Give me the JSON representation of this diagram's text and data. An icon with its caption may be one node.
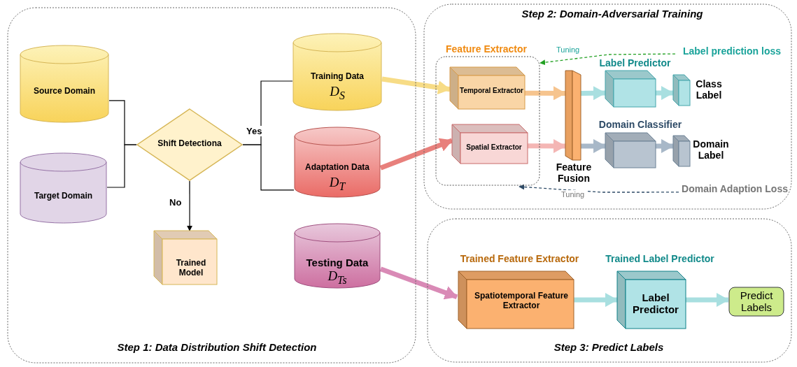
{
  "diagram": {
    "nodes": [
      {
        "text": [
          "Step 1: Data Distribution Shift Detection"
        ]
      },
      {
        "text": [
          "Source Domain"
        ],
        "in": 0
      },
      {
        "text": [
          "Target Domain"
        ],
        "in": 0
      },
      {
        "text": [
          "Shift Detectiona"
        ],
        "in": 0
      },
      {
        "text": [
          "Trained Model"
        ],
        "in": 0
      },
      {
        "text": [
          "Training Data",
          "D$_{S}$"
        ],
        "in": 0
      },
      {
        "text": [
          "Adaptation Data",
          "D$_{T}$"
        ],
        "in": 0
      },
      {
        "text": [
          "Testing Data",
          "D$_{Ts}$"
        ],
        "in": 0
      },
      {
        "text": [
          "Step 2: Domain-Adversarial Training"
        ]
      },
      {
        "text": [
          "Feature Extractor"
        ],
        "in": 8
      },
      {
        "text": [
          "Temporal Extractor"
        ],
        "in": 9
      },
      {
        "text": [
          "Spatial Extractor"
        ],
        "in": 9
      },
      {
        "text": [
          "Feature Fusion"
        ],
        "in": 8
      },
      {
        "text": [
          "Label Predictor"
        ],
        "in": 8
      },
      {
        "text": [
          "Class Label"
        ],
        "in": 8
      },
      {
        "text": [
          "Domain Classifier"
        ],
        "in": 8
      },
      {
        "text": [
          "Domain Label"
        ],
        "in": 8
      },
      {
        "text": [
          "Label prediction loss"
        ],
        "in": 8
      },
      {
        "text": [
          "Domain Adaption Loss"
        ],
        "in": 8
      },
      {
        "text": [
          "Step 3: Predict Labels"
        ]
      },
      {
        "text": [
          "Trained Feature Extractor",
          "Spatiotemporal Feature Extractor"
        ],
        "in": 19
      },
      {
        "text": [
          "Trained Label Predictor",
          "Label Predictor"
        ],
        "in": 19
      },
      {
        "text": [
          "Predict Labels"
        ],
        "in": 19
      }
    ],
    "edges": [
      {
        "from": 1,
        "to": 3,
        "arrow": "none"
      },
      {
        "from": 2,
        "to": 3,
        "arrow": "none"
      },
      {
        "from": 3,
        "to": 5,
        "arrow": "none",
        "label": "Yes"
      },
      {
        "from": 3,
        "to": 6,
        "arrow": "none"
      },
      {
        "from": 3,
        "to": 4,
        "arrow": "to",
        "label": "No"
      },
      {
        "from": 5,
        "to": 10,
        "arrow": "to",
        "color": "#f7dc86"
      },
      {
        "from": 6,
        "to": 11,
        "arrow": "to",
        "color": "#e8807c"
      },
      {
        "from": 7,
        "to": 20,
        "arrow": "to",
        "color": "#d98ab6"
      },
      {
        "from": 10,
        "to": 12,
        "arrow": "to",
        "color": "#f6c48e"
      },
      {
        "from": 11,
        "to": 12,
        "arrow": "to",
        "color": "#f4b6b4"
      },
      {
        "from": 12,
        "to": 13,
        "arrow": "to",
        "color": "#a8dfe0"
      },
      {
        "from": 13,
        "to": 14,
        "arrow": "to",
        "color": "#a8dfe0"
      },
      {
        "from": 12,
        "to": 15,
        "arrow": "to",
        "color": "#a8b8c8"
      },
      {
        "from": 15,
        "to": 16,
        "arrow": "to",
        "color": "#a8b8c8"
      },
      {
        "from": 17,
        "to": 9,
        "arrow": "to",
        "style": "dashed",
        "color": "#22a022",
        "label": "Tuning"
      },
      {
        "from": 18,
        "to": 9,
        "arrow": "to",
        "style": "dashed",
        "color": "#2d4a66",
        "label": "Tuning"
      },
      {
        "from": 20,
        "to": 21,
        "arrow": "to",
        "color": "#a8dfe0"
      },
      {
        "from": 21,
        "to": 22,
        "arrow": "to",
        "color": "#a8dfe0"
      }
    ]
  }
}
